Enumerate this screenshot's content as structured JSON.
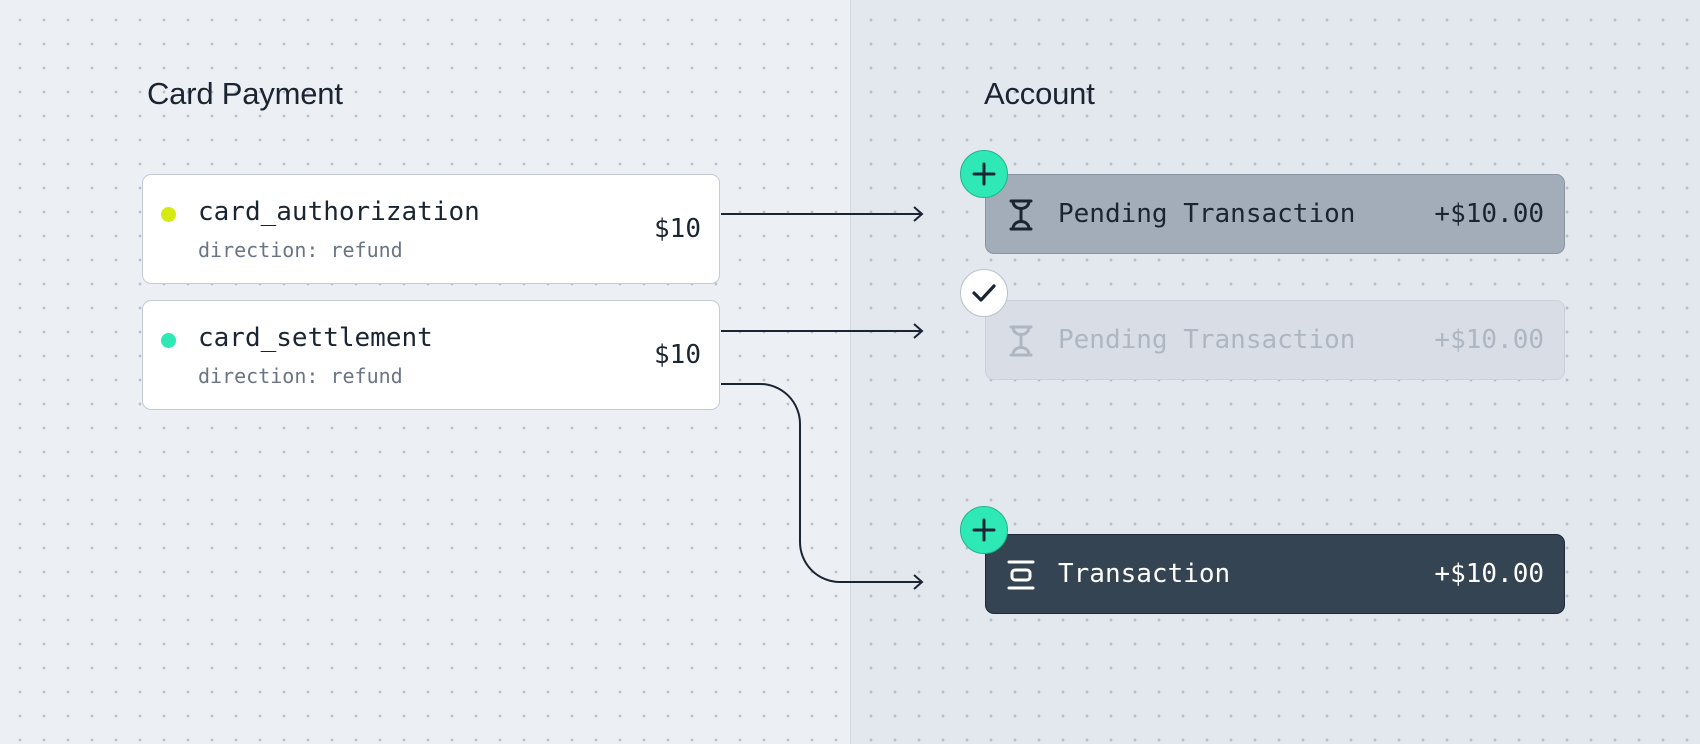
{
  "left_section": {
    "title": "Card Payment",
    "events": [
      {
        "name": "card_authorization",
        "direction": "direction: refund",
        "amount": "$10",
        "dot_color": "#d4ea12"
      },
      {
        "name": "card_settlement",
        "direction": "direction: refund",
        "amount": "$10",
        "dot_color": "#2ee8b6"
      }
    ]
  },
  "right_section": {
    "title": "Account",
    "transactions": [
      {
        "label": "Pending Transaction",
        "amount": "+$10.00",
        "icon": "hourglass-icon",
        "state": "active",
        "badge": "plus-icon"
      },
      {
        "label": "Pending Transaction",
        "amount": "+$10.00",
        "icon": "hourglass-icon",
        "state": "faded",
        "badge": "check-icon"
      },
      {
        "label": "Transaction",
        "amount": "+$10.00",
        "icon": "ledger-icon",
        "state": "final",
        "badge": "plus-icon"
      }
    ]
  },
  "colors": {
    "accent_green": "#2ee8b6",
    "accent_yellow": "#d4ea12",
    "dark_slate": "#344452",
    "text_dark": "#1b2431"
  }
}
